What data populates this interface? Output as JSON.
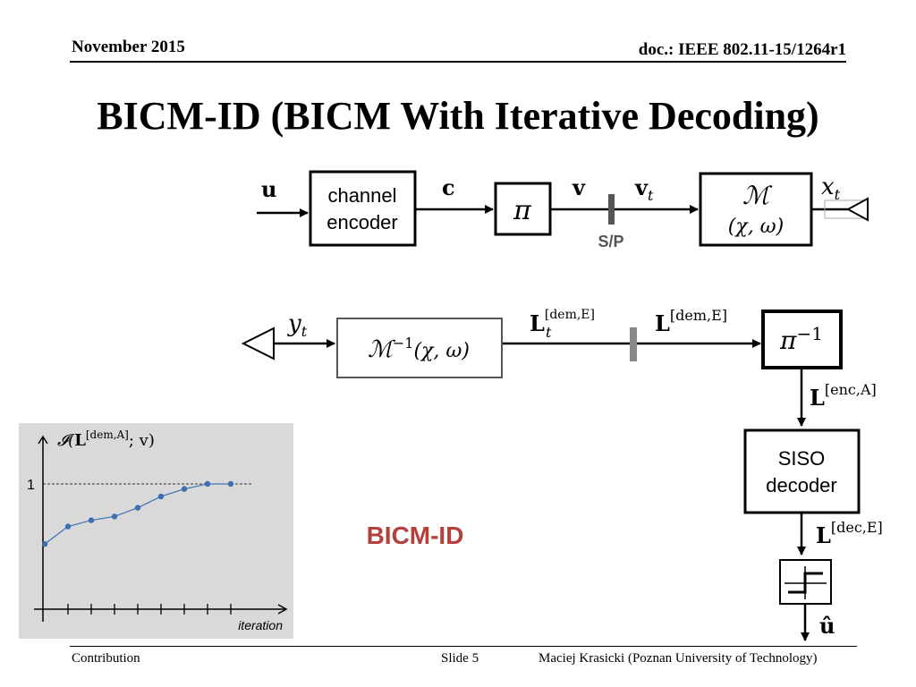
{
  "header": {
    "date": "November 2015",
    "doc": "doc.: IEEE 802.11-15/1264r1"
  },
  "title": "BICM-ID (BICM With Iterative Decoding)",
  "transmitter": {
    "input_label": "u",
    "encoder_label_line1": "channel",
    "encoder_label_line2": "encoder",
    "codeword_label": "c",
    "interleaver_label": "π",
    "interleaved_label": "v",
    "sp_output_label": "v",
    "sp_output_sub": "t",
    "sp_label": "S/P",
    "mapper_label": "ℳ",
    "mapper_params": "(χ, ω)",
    "tx_symbol_label": "x",
    "tx_symbol_sub": "t"
  },
  "receiver": {
    "rx_symbol_label": "y",
    "rx_symbol_sub": "t",
    "demapper_label": "ℳ",
    "demapper_sup": "−1",
    "demapper_params": "(χ, ω)",
    "llr_t_label": "L",
    "llr_t_sub": "t",
    "llr_t_sup": "[dem,E]",
    "llr_label": "L",
    "llr_sup": "[dem,E]",
    "deinterleaver_label": "π",
    "deinterleaver_sup": "−1",
    "enc_a_label": "L",
    "enc_a_sup": "[enc,A]",
    "decoder_line1": "SISO",
    "decoder_line2": "decoder",
    "dec_e_label": "L",
    "dec_e_sup": "[dec,E]",
    "output_label": "û",
    "bicm_id_label": "BICM-ID"
  },
  "inset_chart": {
    "ylabel_prefix": "𝓘(",
    "ylabel_L": "L",
    "ylabel_sup": "[dem,A]",
    "ylabel_suffix": "; v)",
    "y_tick": "1",
    "xlabel": "iteration"
  },
  "chart_data": {
    "type": "line",
    "ylabel": "𝓘(L[dem,A]; v)",
    "xlabel": "iteration",
    "x": [
      0,
      1,
      2,
      3,
      4,
      5,
      6,
      7,
      8
    ],
    "values": [
      0.52,
      0.66,
      0.71,
      0.74,
      0.81,
      0.9,
      0.96,
      1.0,
      1.0
    ],
    "ylim": [
      0,
      1.45
    ],
    "reference_line_y": 1,
    "grid": false,
    "colors": {
      "line": "#4a7ab5",
      "marker": "#3c6eb0",
      "background": "#d9d9d9"
    }
  },
  "colors": {
    "sp_bar": "#555555",
    "rx_bar": "#888888",
    "bicm_id": "#b3403a"
  },
  "footer": {
    "left": "Contribution",
    "mid": "Slide 5",
    "right": "Maciej Krasicki (Poznan University of Technology)"
  }
}
